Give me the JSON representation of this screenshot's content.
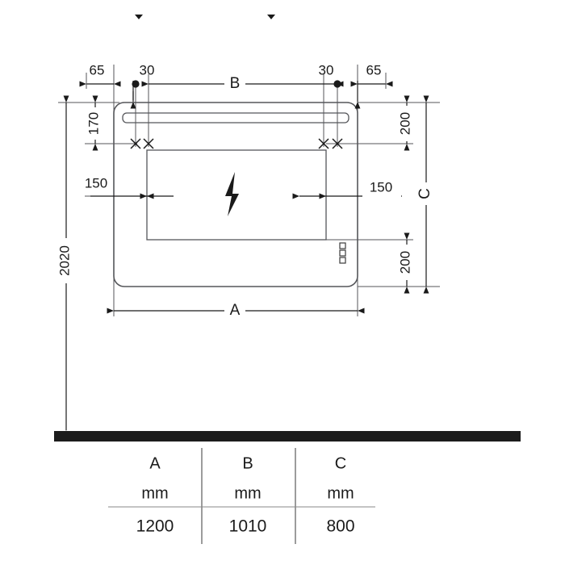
{
  "drawing": {
    "type": "technical-dimension-drawing",
    "subject": "wall mounted mirror with LED strip",
    "units_note": "mm",
    "dimensions": {
      "height_from_floor": "2020",
      "top_offset_left": "65",
      "top_offset_right": "65",
      "bracket_spacing_left": "30",
      "bracket_spacing_right": "30",
      "strip_drop": "170",
      "side_inset_left": "150",
      "side_inset_right": "150",
      "top_band": "200",
      "bottom_band": "200",
      "width_label": "A",
      "bracket_width_label": "B",
      "height_label": "C"
    },
    "icons": {
      "power": "lightning-bolt-icon",
      "controls": "touch-button-icon",
      "mount_point": "drill-point-icon",
      "cross_mark": "cross-mark-icon"
    }
  },
  "table": {
    "headers": [
      "A",
      "B",
      "C"
    ],
    "unit_row": [
      "mm",
      "mm",
      "mm"
    ],
    "values": [
      "1200",
      "1010",
      "800"
    ]
  },
  "colors": {
    "line": "#4a4a4a",
    "heavy": "#1a1a1a",
    "floor": "#1c1c1c",
    "background": "#ffffff"
  }
}
